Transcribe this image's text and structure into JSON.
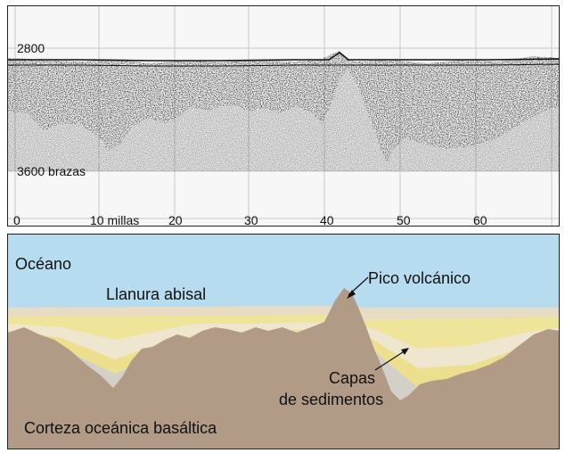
{
  "top_panel": {
    "depth_top_label": "2800",
    "depth_bottom_label": "3600 brazas",
    "distance_labels": [
      "0",
      "10 millas",
      "20",
      "30",
      "40",
      "50",
      "60"
    ]
  },
  "bottom_panel": {
    "ocean_label": "Océano",
    "abyssal_plain_label": "Llanura abisal",
    "volcanic_peak_label": "Pico volcánico",
    "sediment_label_line1": "Capas",
    "sediment_label_line2": "de sedimentos",
    "crust_label": "Corteza oceánica basáltica"
  },
  "colors": {
    "ocean": "#b8dcef",
    "crust": "#b19a86",
    "sediment_yellow": "#efe59a",
    "sediment_light": "#e9dcc4",
    "sediment_gray": "#d5d3cf",
    "sonar_ink": "#2b2b2b",
    "sonar_background": "#f7f7f7"
  }
}
